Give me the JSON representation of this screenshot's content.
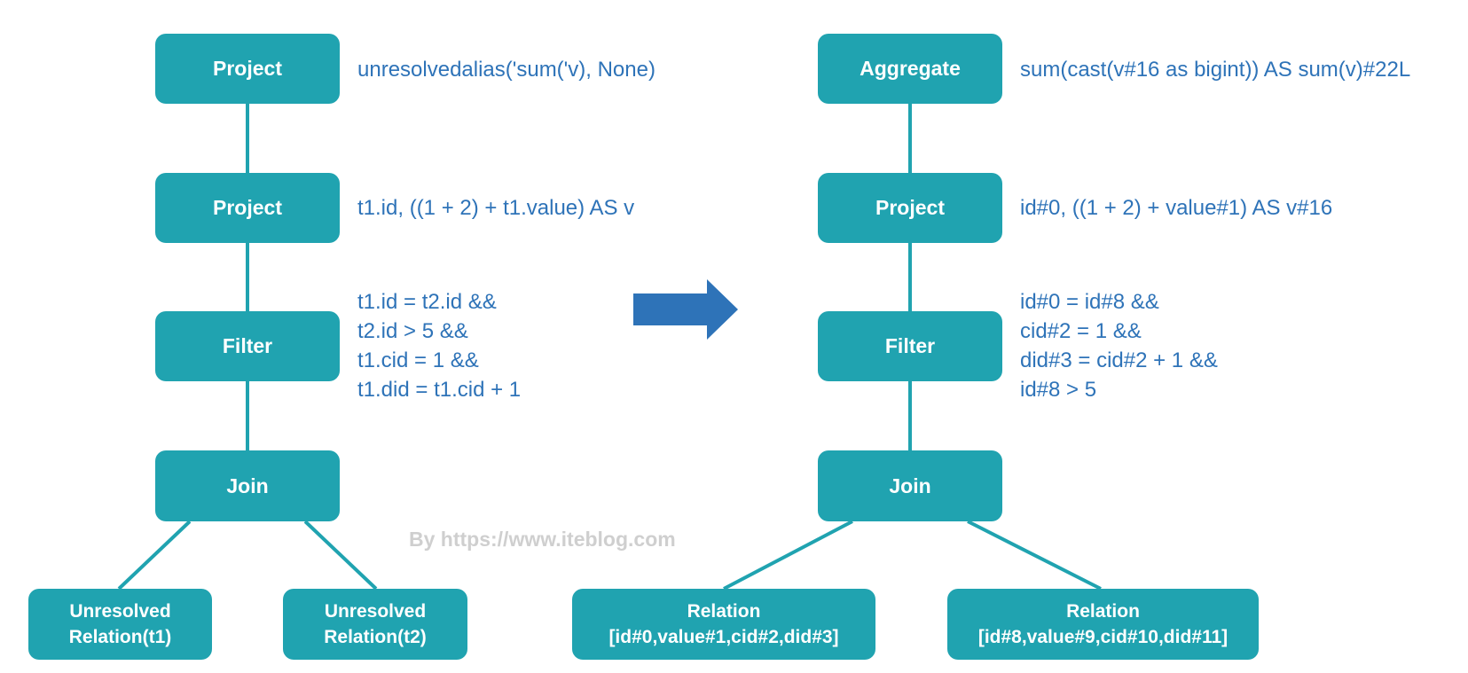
{
  "colors": {
    "node_fill": "#20a3b0",
    "node_text": "#ffffff",
    "edge": "#20a3b0",
    "label_text": "#2e73b8",
    "arrow": "#2e73b8",
    "watermark": "#cfcfcf"
  },
  "left_tree": {
    "project_top": {
      "title": "Project",
      "annotation": "unresolvedalias('sum('v), None)"
    },
    "project_mid": {
      "title": "Project",
      "annotation": "t1.id, ((1 + 2) + t1.value) AS v"
    },
    "filter": {
      "title": "Filter",
      "annotation_lines": [
        "t1.id = t2.id &&",
        "t2.id > 5 &&",
        "t1.cid = 1 &&",
        "t1.did = t1.cid + 1"
      ]
    },
    "join": {
      "title": "Join"
    },
    "relation_left": {
      "lines": [
        "Unresolved",
        "Relation(t1)"
      ]
    },
    "relation_right": {
      "lines": [
        "Unresolved",
        "Relation(t2)"
      ]
    }
  },
  "transform_arrow": {
    "icon": "right-arrow-icon"
  },
  "right_tree": {
    "aggregate": {
      "title": "Aggregate",
      "annotation": "sum(cast(v#16 as bigint)) AS sum(v)#22L"
    },
    "project": {
      "title": "Project",
      "annotation": "id#0, ((1 + 2) + value#1) AS v#16"
    },
    "filter": {
      "title": "Filter",
      "annotation_lines": [
        "id#0 = id#8 &&",
        "cid#2 = 1 &&",
        "did#3 = cid#2 + 1 &&",
        "id#8 > 5"
      ]
    },
    "join": {
      "title": "Join"
    },
    "relation_left": {
      "lines": [
        "Relation",
        "[id#0,value#1,cid#2,did#3]"
      ]
    },
    "relation_right": {
      "lines": [
        "Relation",
        "[id#8,value#9,cid#10,did#11]"
      ]
    }
  },
  "watermark": "By https://www.iteblog.com"
}
